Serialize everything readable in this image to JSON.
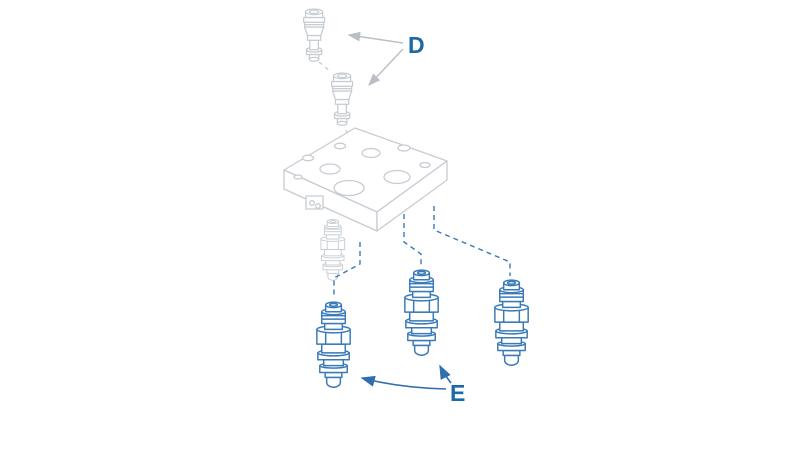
{
  "figure": {
    "type": "exploded-assembly-diagram",
    "background": "#ffffff",
    "labels": {
      "d": "D",
      "e": "E"
    },
    "colors": {
      "part_blue": "#3a7ab8",
      "label_blue": "#1a69a8",
      "ghost_gray": "#c6ccd2",
      "arrow_gray": "#b9bfc5"
    },
    "parts": {
      "upper_plug": "coupling-plug-ghost",
      "lower_plug": "coupling-plug-ghost",
      "manifold": "manifold-block-ghost",
      "installed_valve": "cartridge-valve-ghost",
      "valve_left": "cartridge-valve",
      "valve_middle": "cartridge-valve",
      "valve_right": "cartridge-valve"
    },
    "callouts": [
      {
        "label": "D",
        "targets": [
          "upper_plug",
          "lower_plug"
        ]
      },
      {
        "label": "E",
        "targets": [
          "valve_left",
          "valve_middle",
          "valve_right"
        ]
      }
    ]
  }
}
